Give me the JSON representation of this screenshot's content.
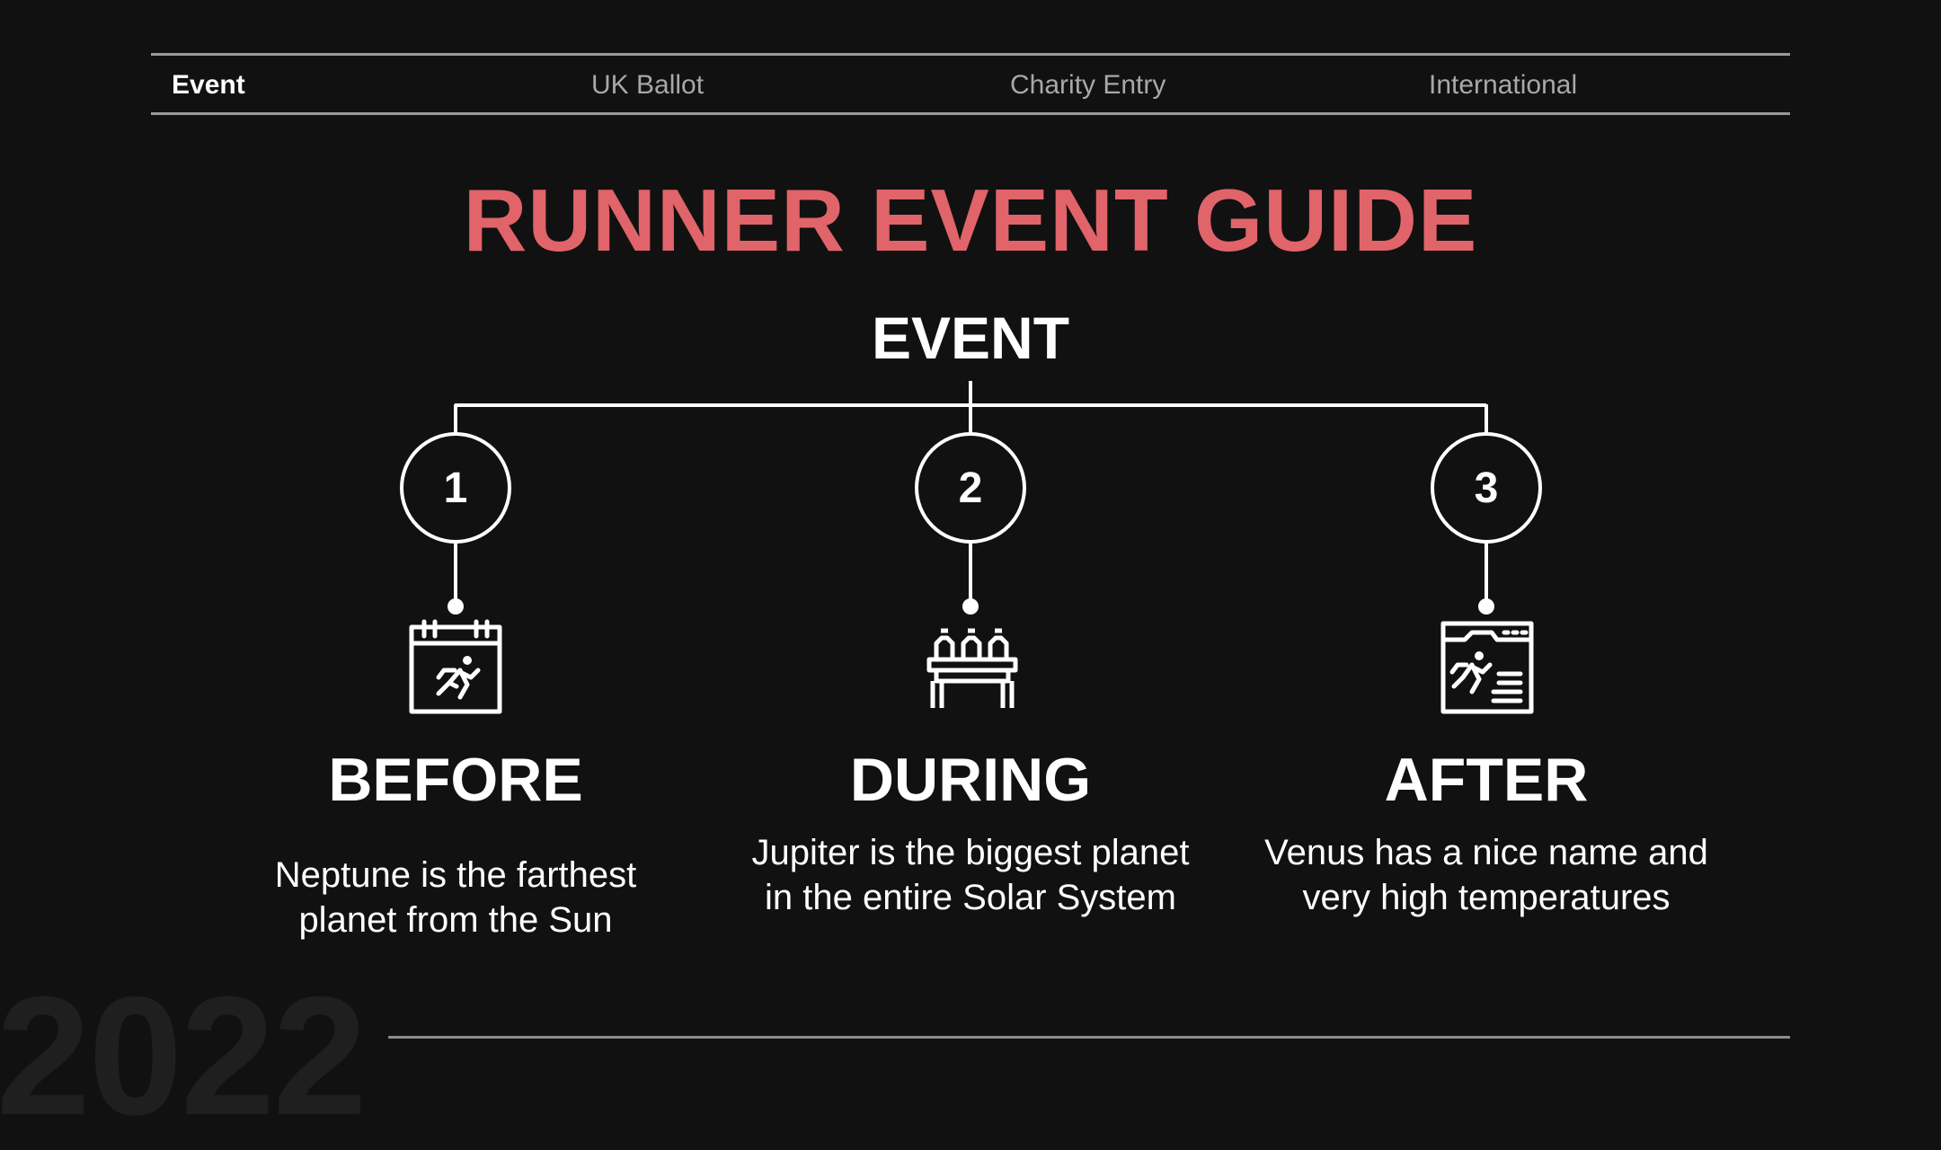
{
  "nav": {
    "items": [
      {
        "label": "Event"
      },
      {
        "label": "UK Ballot"
      },
      {
        "label": "Charity Entry"
      },
      {
        "label": "International"
      }
    ]
  },
  "title": "RUNNER EVENT GUIDE",
  "root": "EVENT",
  "stages": [
    {
      "number": "1",
      "title": "BEFORE",
      "description": "Neptune is the farthest planet from the Sun",
      "icon": "calendar-runner-icon"
    },
    {
      "number": "2",
      "title": "DURING",
      "description": "Jupiter is the biggest planet in the entire Solar System",
      "icon": "water-station-table-icon"
    },
    {
      "number": "3",
      "title": "AFTER",
      "description": "Venus has a nice name and very high temperatures",
      "icon": "browser-runner-results-icon"
    }
  ],
  "footer": {
    "year": "2022"
  },
  "colors": {
    "background": "#111111",
    "accent": "#e06469",
    "line": "#ffffff",
    "nav_inactive": "#a8a8a8"
  }
}
